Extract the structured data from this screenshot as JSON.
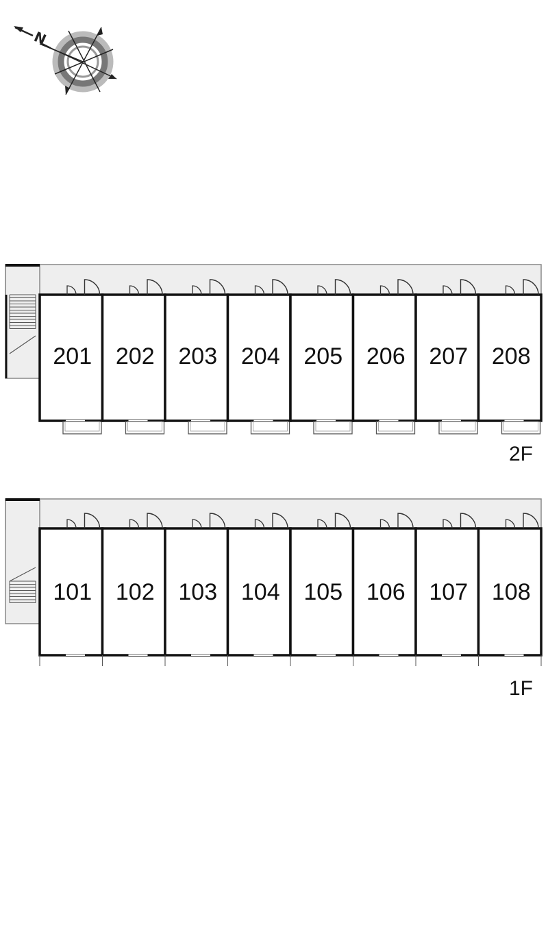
{
  "compass": {
    "letter": "N"
  },
  "floors": [
    {
      "id": "2f",
      "label": "2F",
      "units": [
        "201",
        "202",
        "203",
        "204",
        "205",
        "206",
        "207",
        "208"
      ]
    },
    {
      "id": "1f",
      "label": "1F",
      "units": [
        "101",
        "102",
        "103",
        "104",
        "105",
        "106",
        "107",
        "108"
      ]
    }
  ],
  "colors": {
    "wall": "#111111",
    "corridor": "#eeeeee",
    "outline": "#888888",
    "ring_dark": "#666666",
    "ring_light": "#bbbbbb"
  }
}
